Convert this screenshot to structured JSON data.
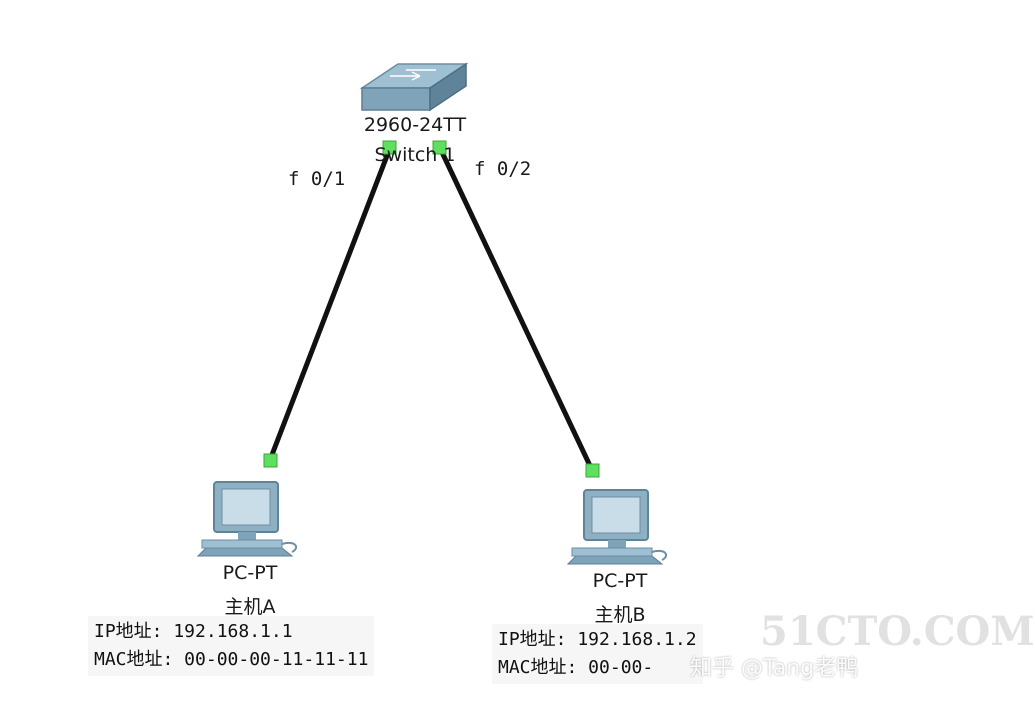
{
  "switch": {
    "model": "2960-24TT",
    "name": "Switch 1"
  },
  "links": [
    {
      "port": "f 0/1"
    },
    {
      "port": "f 0/2"
    }
  ],
  "hosts": [
    {
      "type": "PC-PT",
      "name": "主机A",
      "ip_line": "IP地址: 192.168.1.1",
      "mac_line": "MAC地址: 00-00-00-11-11-11"
    },
    {
      "type": "PC-PT",
      "name": "主机B",
      "ip_line": "IP地址: 192.168.1.2",
      "mac_line": "MAC地址: 00-00-"
    }
  ],
  "watermark": "知乎 @Tang老鸭",
  "background_watermark": "51CTO.COM",
  "colors": {
    "link": "#111111",
    "port_led": "#5ee05e",
    "device_body": "#7fa3b8"
  }
}
